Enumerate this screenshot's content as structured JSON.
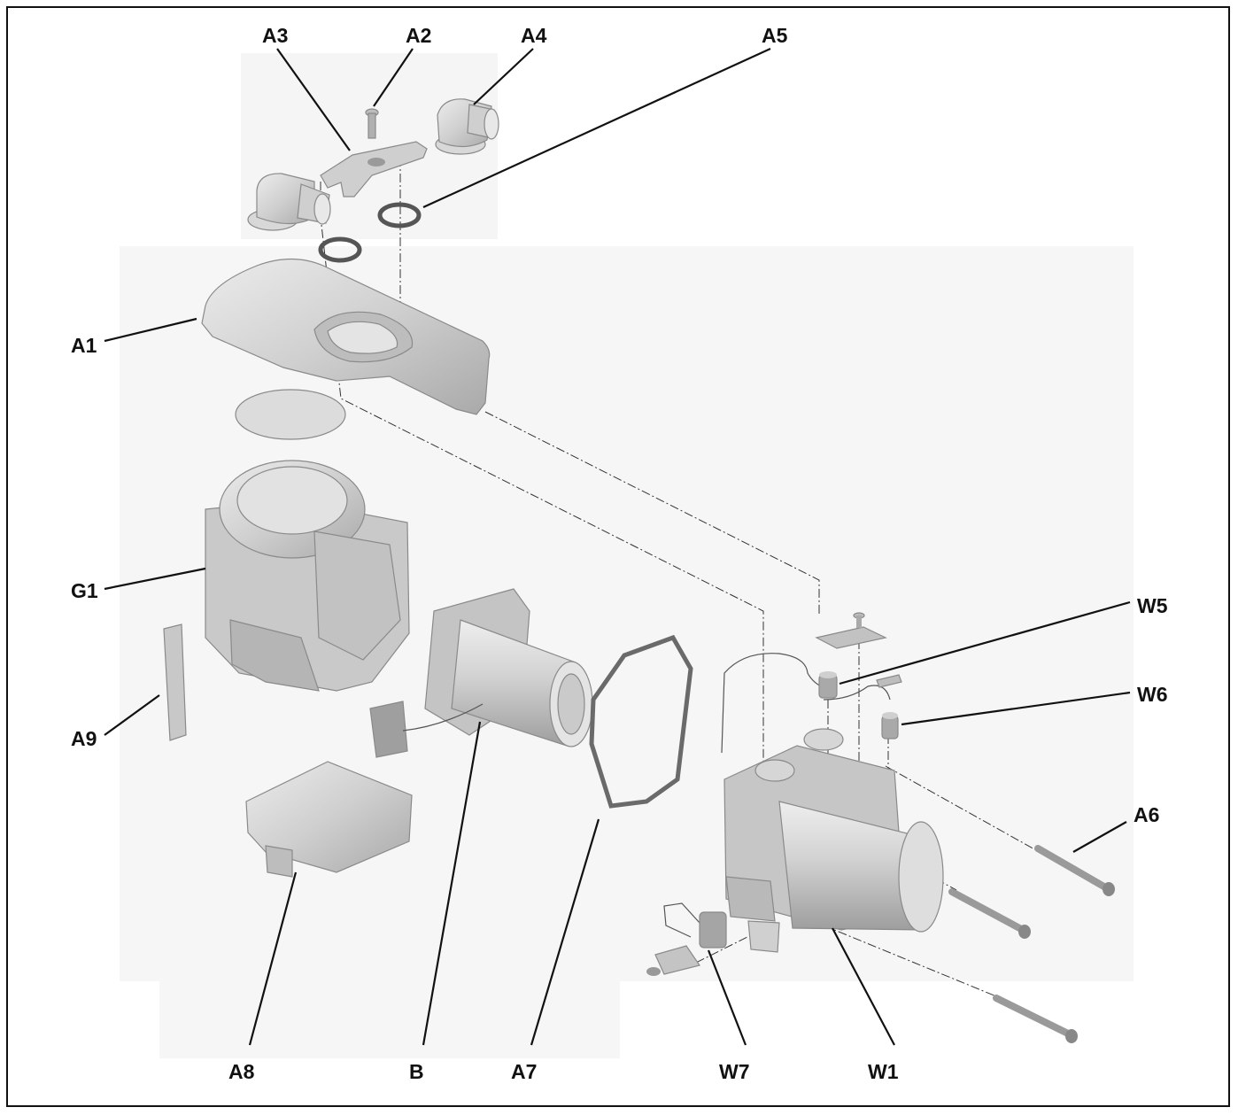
{
  "labels": {
    "a1": "A1",
    "a2": "A2",
    "a3": "A3",
    "a4": "A4",
    "a5": "A5",
    "a6": "A6",
    "a7": "A7",
    "a8": "A8",
    "a9": "A9",
    "b": "B",
    "g1": "G1",
    "w1": "W1",
    "w5": "W5",
    "w6": "W6",
    "w7": "W7"
  },
  "colors": {
    "part_fill": "#d4d4d4",
    "part_light": "#e6e6e6",
    "part_dark": "#a8a8a8",
    "seal": "#555555",
    "background_panel": "#f4f4f4"
  }
}
